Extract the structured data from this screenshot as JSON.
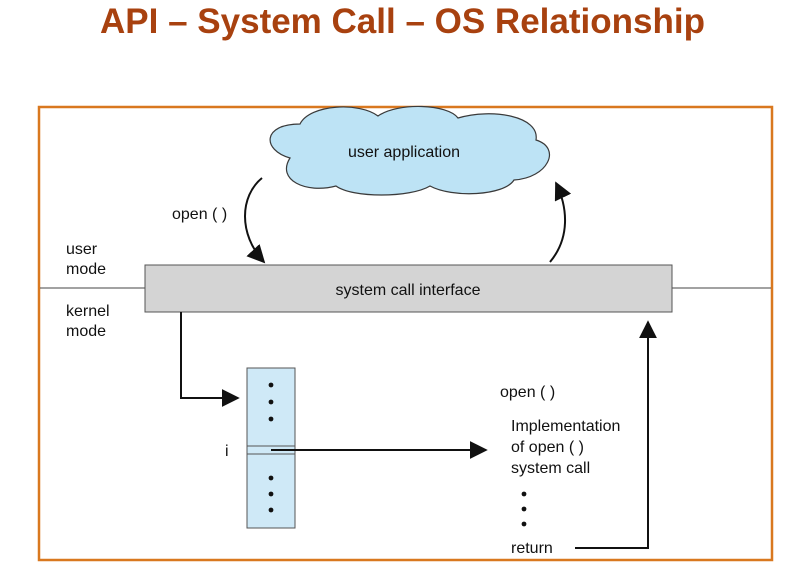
{
  "title": "API – System Call – OS Relationship",
  "colors": {
    "title": "#a8410f",
    "frame": "#d9781f",
    "cloud_fill": "#bde3f5",
    "interface_fill": "#d4d4d4",
    "table_fill": "#cfe9f7"
  },
  "diagram": {
    "user_application": "user application",
    "open_call_label": "open ( )",
    "user_mode": [
      "user",
      "mode"
    ],
    "kernel_mode": [
      "kernel",
      "mode"
    ],
    "system_call_interface": "system call interface",
    "table_index": "i",
    "impl_heading": "open ( )",
    "impl_lines": [
      "Implementation",
      "of open ( )",
      "system call"
    ],
    "return_label": "return"
  }
}
